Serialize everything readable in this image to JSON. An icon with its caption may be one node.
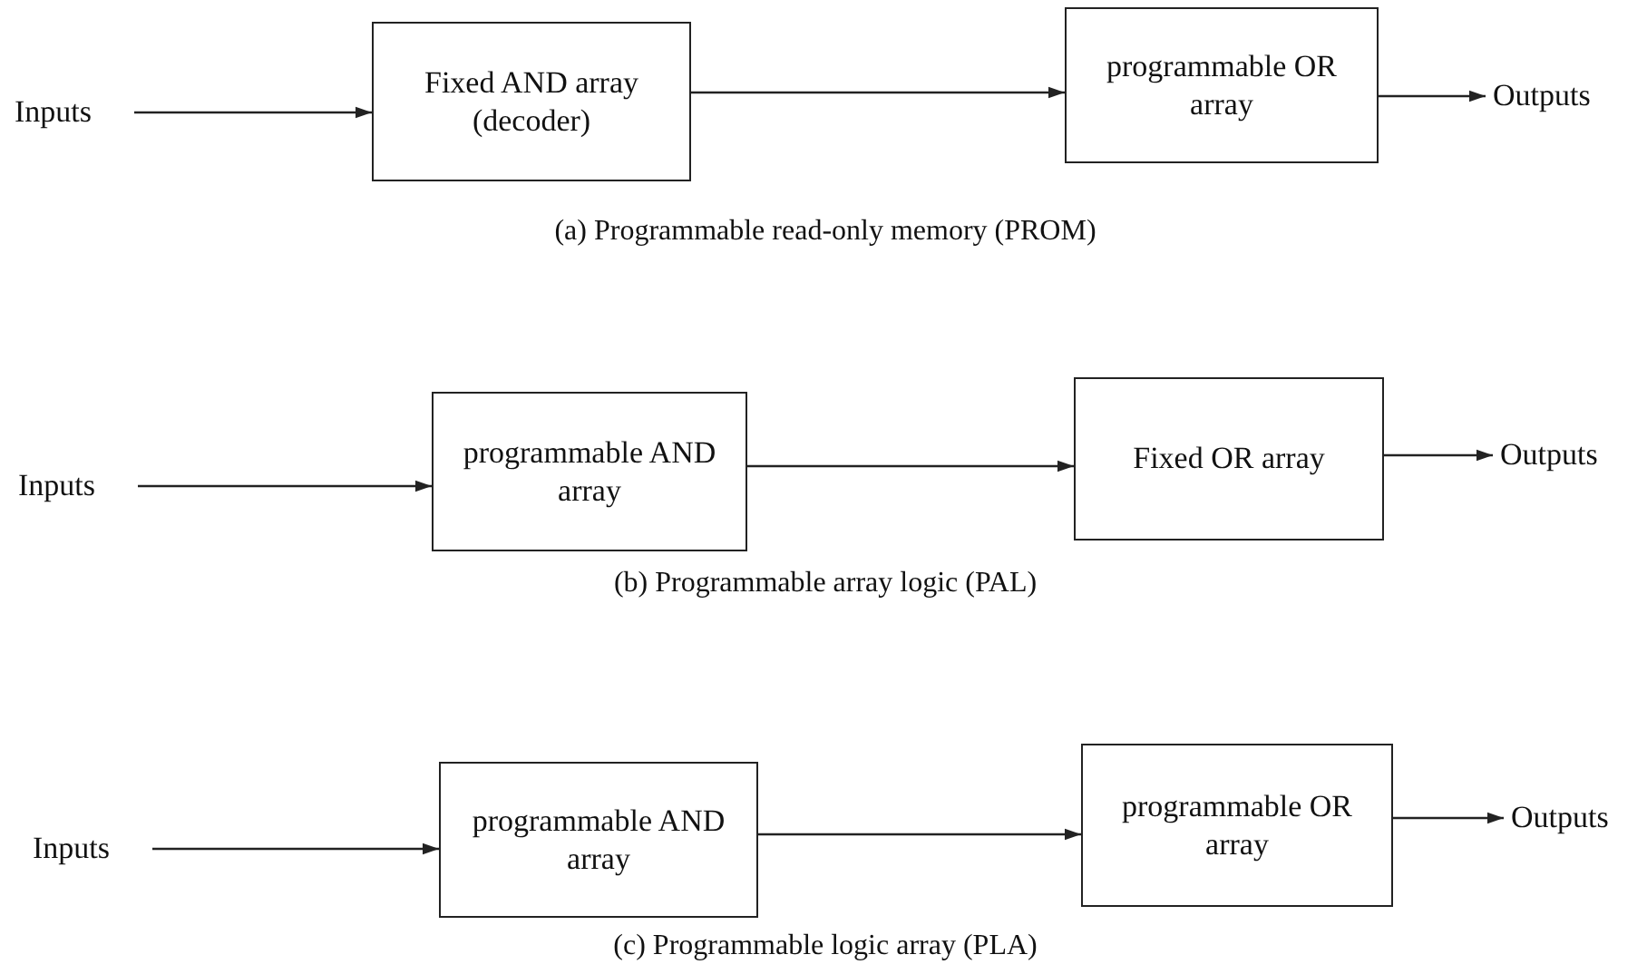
{
  "diagram": {
    "nodes": [
      {
        "text": [
          "Inputs"
        ]
      },
      {
        "text": [
          "Fixed AND array (decoder)"
        ]
      },
      {
        "text": [
          "programmable OR array"
        ]
      },
      {
        "text": [
          "Outputs"
        ]
      },
      {
        "text": [
          "Inputs"
        ]
      },
      {
        "text": [
          "programmable AND array"
        ]
      },
      {
        "text": [
          "Fixed OR array"
        ]
      },
      {
        "text": [
          "Outputs"
        ]
      },
      {
        "text": [
          "Inputs"
        ]
      },
      {
        "text": [
          "programmable AND array"
        ]
      },
      {
        "text": [
          "programmable OR array"
        ]
      },
      {
        "text": [
          "Outputs"
        ]
      }
    ],
    "edges": [
      {
        "from": 0,
        "to": 1,
        "arrow": "to"
      },
      {
        "from": 1,
        "to": 2,
        "arrow": "to"
      },
      {
        "from": 2,
        "to": 3,
        "arrow": "to"
      },
      {
        "from": 4,
        "to": 5,
        "arrow": "to"
      },
      {
        "from": 5,
        "to": 6,
        "arrow": "to"
      },
      {
        "from": 6,
        "to": 7,
        "arrow": "to"
      },
      {
        "from": 8,
        "to": 9,
        "arrow": "to"
      },
      {
        "from": 9,
        "to": 10,
        "arrow": "to"
      },
      {
        "from": 10,
        "to": 11,
        "arrow": "to"
      }
    ],
    "labels": [
      "(a) Programmable read-only memory (PROM)",
      "(b) Programmable array logic (PAL)",
      "(c) Programmable logic array (PLA)"
    ]
  }
}
